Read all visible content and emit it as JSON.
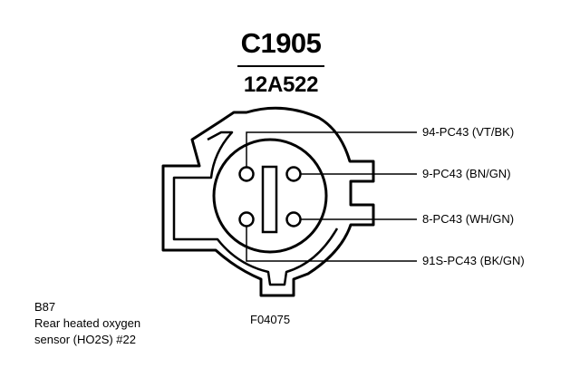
{
  "connector": {
    "id": "C1905",
    "part_number": "12A522"
  },
  "pins": [
    {
      "label": "94-PC43 (VT/BK)"
    },
    {
      "label": "9-PC43 (BN/GN)"
    },
    {
      "label": "8-PC43 (WH/GN)"
    },
    {
      "label": "91S-PC43 (BK/GN)"
    }
  ],
  "caption": {
    "code": "B87",
    "line1": "Rear heated oxygen",
    "line2": "sensor (HO2S) #22"
  },
  "figure_id": "F04075"
}
